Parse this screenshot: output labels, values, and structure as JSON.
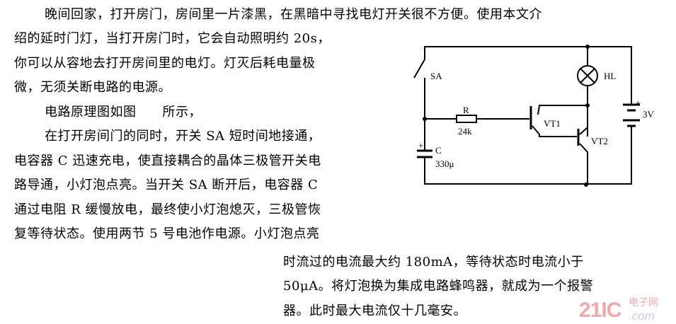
{
  "text_lines": [
    "晚间回家，打开房门，房间里一片漆黑，在黑暗中寻找电灯开关很不方便。使用本文介",
    "绍的延时门灯，当打开房门时，它会自动照明约 20s，",
    "你可以从容地去打开房间里的电灯。灯灭后耗电量极",
    "微，无须关断电路的电源。",
    "电路原理图如图　　所示，",
    "在打开房间门的同时，开关 SA 短时间地接通，",
    "电容器 C 迅速充电，使直接耦合的晶体三极管开关电",
    "路导通，小灯泡点亮。当开关 SA 断开后，电容器 C",
    "通过电阻 R 缓慢放电，最终使小灯泡熄灭，三极管恢",
    "复等待状态。使用两节 5 号电池作电源。小灯泡点亮",
    "时流过的电流最大约 180mA，等待状态时电流小于",
    "50μA。将灯泡换为集成电路蜂鸣器，就成为一个报警",
    "器。此时最大电流仅十几毫安。"
  ],
  "diagram": {
    "switch": "SA",
    "resistor": "R",
    "resistor_value": "24k",
    "capacitor": "C",
    "capacitor_value": "330μ",
    "capacitor_polarity": "+",
    "transistor1": "VT1",
    "transistor2": "VT2",
    "lamp": "HL",
    "battery": "3V",
    "battery_polarity": "+"
  },
  "watermark": {
    "logo": "21IC",
    "cn": "电子网",
    "domain": ".com"
  }
}
